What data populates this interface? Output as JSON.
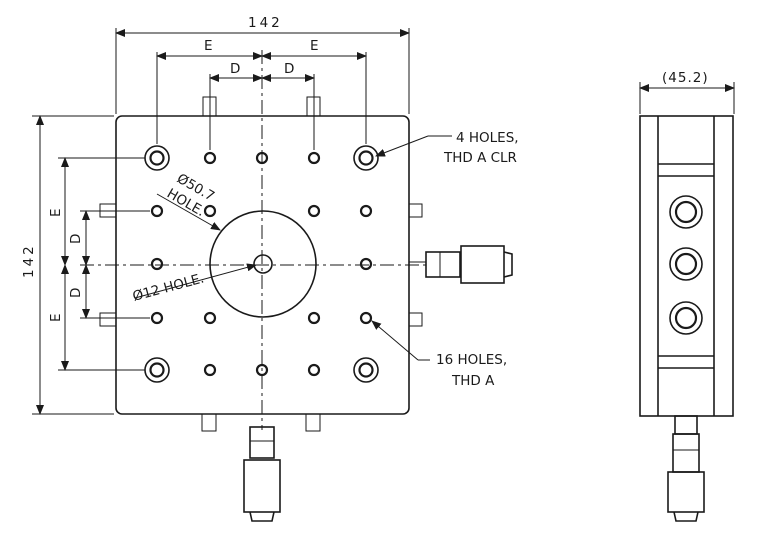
{
  "dimensions": {
    "top_width": "142",
    "side_height": "142",
    "e_top_left": "E",
    "e_top_right": "E",
    "d_top_left": "D",
    "d_top_right": "D",
    "e_left_upper": "E",
    "d_left_upper": "D",
    "d_left_lower": "D",
    "e_left_lower": "E",
    "side_view_width": "(45.2)"
  },
  "callouts": {
    "bore": [
      "Ø50.7",
      "HOLE."
    ],
    "center_hole": "Ø12 HOLE.",
    "corner_holes": [
      "4 HOLES,",
      "THD A CLR"
    ],
    "grid_holes": [
      "16 HOLES,",
      "THD A"
    ]
  }
}
